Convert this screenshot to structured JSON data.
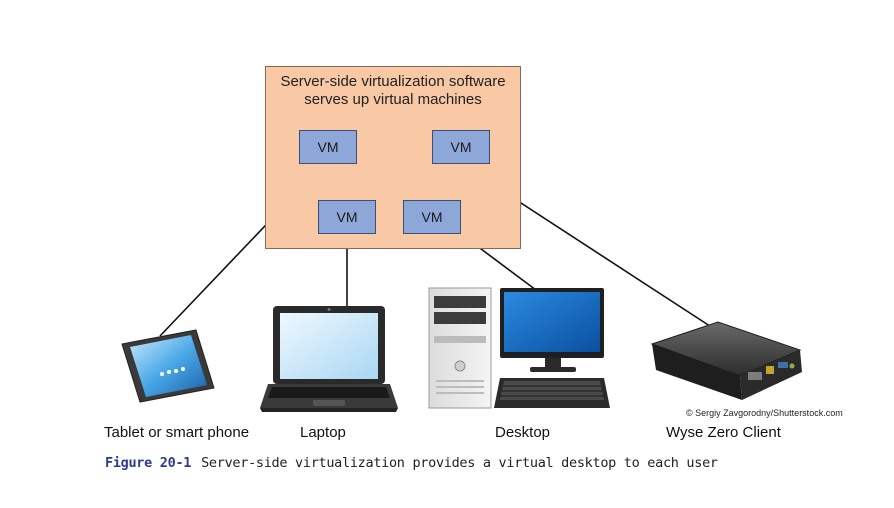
{
  "server": {
    "caption_line1": "Server-side virtualization software",
    "caption_line2": "serves up virtual machines",
    "fill_color": "#f9c8a4"
  },
  "vms": [
    {
      "label": "VM"
    },
    {
      "label": "VM"
    },
    {
      "label": "VM"
    },
    {
      "label": "VM"
    }
  ],
  "vm_color": "#8ea7d9",
  "devices": {
    "tablet": {
      "label": "Tablet or smart phone",
      "icon": "tablet-icon"
    },
    "laptop": {
      "label": "Laptop",
      "icon": "laptop-icon"
    },
    "desktop": {
      "label": "Desktop",
      "icon": "desktop-icon"
    },
    "wyse": {
      "label": "Wyse Zero Client",
      "icon": "zero-client-icon"
    }
  },
  "credit": "© Sergiy Zavgorodny/Shutterstock.com",
  "figure": {
    "number": "Figure 20-1",
    "caption": "Server-side virtualization provides a virtual desktop to each user",
    "number_color": "#2f3a8f"
  }
}
